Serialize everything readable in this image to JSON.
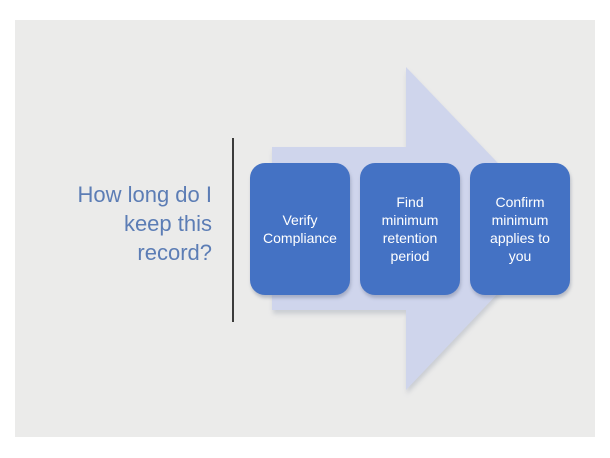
{
  "slide": {
    "title_lines": [
      "How long do I",
      "keep this",
      "record?"
    ],
    "steps": [
      {
        "label": "Verify Compliance"
      },
      {
        "label": "Find minimum retention period"
      },
      {
        "label": "Confirm minimum applies to you"
      }
    ],
    "colors": {
      "slide_bg": "#EBEBEA",
      "step_fill": "#4472C4",
      "step_text": "#FFFFFF",
      "arrow_fill": "#CFD5EC",
      "title_text": "#5C7DB5",
      "divider": "#3B3B3B"
    }
  }
}
